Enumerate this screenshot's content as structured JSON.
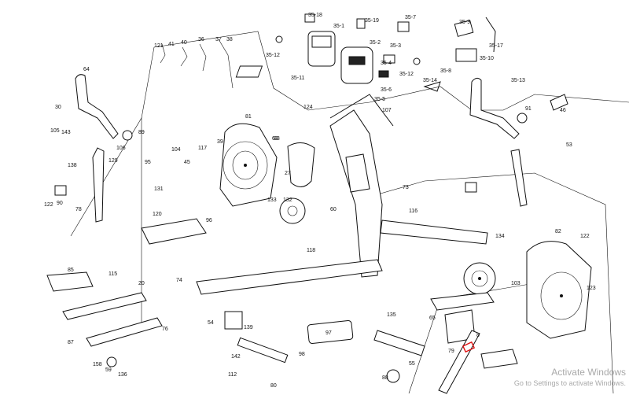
{
  "diagram": {
    "highlight_color": "#e01010",
    "line_color": "#111111",
    "labels": [
      {
        "text": "35-18"
      },
      {
        "text": "35-1"
      },
      {
        "text": "35-19"
      },
      {
        "text": "35-7"
      },
      {
        "text": "35-9"
      },
      {
        "text": "35-17"
      },
      {
        "text": "35-10"
      },
      {
        "text": "35-12"
      },
      {
        "text": "35-2"
      },
      {
        "text": "35-3"
      },
      {
        "text": "35-4"
      },
      {
        "text": "35-12"
      },
      {
        "text": "35-8"
      },
      {
        "text": "35-11"
      },
      {
        "text": "35-14"
      },
      {
        "text": "35-6"
      },
      {
        "text": "35-13"
      },
      {
        "text": "35-5"
      },
      {
        "text": "121"
      },
      {
        "text": "41"
      },
      {
        "text": "40"
      },
      {
        "text": "36"
      },
      {
        "text": "37"
      },
      {
        "text": "38"
      },
      {
        "text": "64"
      },
      {
        "text": "30"
      },
      {
        "text": "105"
      },
      {
        "text": "143"
      },
      {
        "text": "89"
      },
      {
        "text": "106"
      },
      {
        "text": "129"
      },
      {
        "text": "138"
      },
      {
        "text": "122"
      },
      {
        "text": "90"
      },
      {
        "text": "78"
      },
      {
        "text": "81"
      },
      {
        "text": "83"
      },
      {
        "text": "117"
      },
      {
        "text": "39"
      },
      {
        "text": "95"
      },
      {
        "text": "104"
      },
      {
        "text": "131"
      },
      {
        "text": "120"
      },
      {
        "text": "96"
      },
      {
        "text": "45"
      },
      {
        "text": "124"
      },
      {
        "text": "107"
      },
      {
        "text": "73"
      },
      {
        "text": "91"
      },
      {
        "text": "46"
      },
      {
        "text": "53"
      },
      {
        "text": "63"
      },
      {
        "text": "27"
      },
      {
        "text": "133"
      },
      {
        "text": "132"
      },
      {
        "text": "60"
      },
      {
        "text": "118"
      },
      {
        "text": "116"
      },
      {
        "text": "134"
      },
      {
        "text": "82"
      },
      {
        "text": "122"
      },
      {
        "text": "103"
      },
      {
        "text": "123"
      },
      {
        "text": "65"
      },
      {
        "text": "85"
      },
      {
        "text": "115"
      },
      {
        "text": "20"
      },
      {
        "text": "74"
      },
      {
        "text": "54"
      },
      {
        "text": "139"
      },
      {
        "text": "97"
      },
      {
        "text": "135"
      },
      {
        "text": "79"
      },
      {
        "text": "76"
      },
      {
        "text": "87"
      },
      {
        "text": "158"
      },
      {
        "text": "59"
      },
      {
        "text": "136"
      },
      {
        "text": "88"
      },
      {
        "text": "55"
      },
      {
        "text": "112"
      },
      {
        "text": "98"
      },
      {
        "text": "142"
      },
      {
        "text": "80"
      },
      {
        "text": "8"
      }
    ]
  },
  "watermark": {
    "line1": "Activate Windows",
    "line2": "Go to Settings to activate Windows."
  }
}
